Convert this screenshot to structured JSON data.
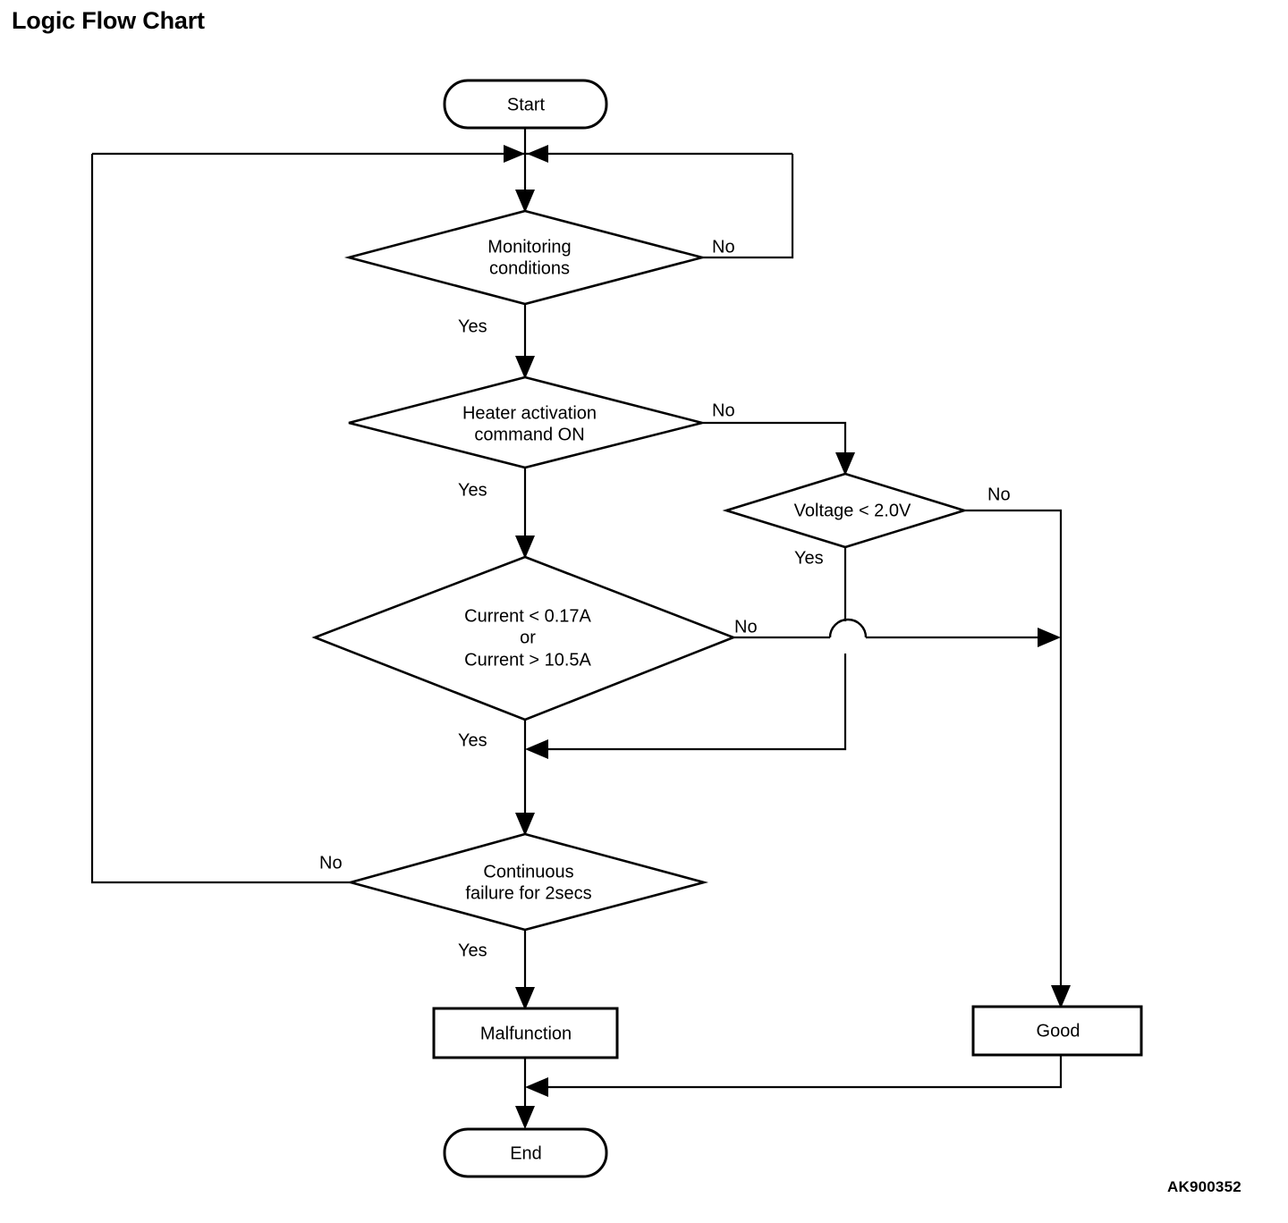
{
  "page": {
    "title": "Logic Flow Chart",
    "figure_code": "AK900352"
  },
  "chart_data": {
    "type": "diagram",
    "diagram_kind": "flowchart",
    "title": "Logic Flow Chart",
    "orientation": "top-to-bottom",
    "nodes": [
      {
        "id": "start",
        "shape": "terminator",
        "label": "Start"
      },
      {
        "id": "monitoring",
        "shape": "decision",
        "label": "Monitoring conditions",
        "line1": "Monitoring",
        "line2": "conditions"
      },
      {
        "id": "heater",
        "shape": "decision",
        "label": "Heater activation command ON",
        "line1": "Heater activation",
        "line2": "command ON"
      },
      {
        "id": "voltage",
        "shape": "decision",
        "label": "Voltage < 2.0V",
        "line1": "Voltage < 2.0V"
      },
      {
        "id": "current",
        "shape": "decision",
        "label": "Current < 0.17A or Current > 10.5A",
        "line1": "Current < 0.17A",
        "line2": "or",
        "line3": "Current > 10.5A"
      },
      {
        "id": "continuous",
        "shape": "decision",
        "label": "Continuous failure for 2secs",
        "line1": "Continuous",
        "line2": "failure for 2secs"
      },
      {
        "id": "malfunction",
        "shape": "process",
        "label": "Malfunction"
      },
      {
        "id": "good",
        "shape": "process",
        "label": "Good"
      },
      {
        "id": "end",
        "shape": "terminator",
        "label": "End"
      }
    ],
    "edges": [
      {
        "from": "start",
        "to": "monitoring",
        "label": ""
      },
      {
        "from": "monitoring",
        "to": "heater",
        "label": "Yes"
      },
      {
        "from": "monitoring",
        "to": "start_merge",
        "label": "No"
      },
      {
        "from": "heater",
        "to": "current",
        "label": "Yes"
      },
      {
        "from": "heater",
        "to": "voltage",
        "label": "No"
      },
      {
        "from": "voltage",
        "to": "current_yes_merge",
        "label": "Yes"
      },
      {
        "from": "voltage",
        "to": "good",
        "label": "No"
      },
      {
        "from": "current",
        "to": "continuous",
        "label": "Yes"
      },
      {
        "from": "current",
        "to": "good",
        "label": "No"
      },
      {
        "from": "continuous",
        "to": "malfunction",
        "label": "Yes"
      },
      {
        "from": "continuous",
        "to": "start_merge",
        "label": "No"
      },
      {
        "from": "malfunction",
        "to": "end",
        "label": ""
      },
      {
        "from": "good",
        "to": "end",
        "label": ""
      }
    ],
    "edge_labels": {
      "monitoring_yes": "Yes",
      "monitoring_no": "No",
      "heater_yes": "Yes",
      "heater_no": "No",
      "voltage_yes": "Yes",
      "voltage_no": "No",
      "current_yes": "Yes",
      "current_no": "No",
      "continuous_yes": "Yes",
      "continuous_no": "No"
    },
    "colors": {
      "stroke": "#000000",
      "fill": "#ffffff",
      "text": "#000000"
    }
  }
}
